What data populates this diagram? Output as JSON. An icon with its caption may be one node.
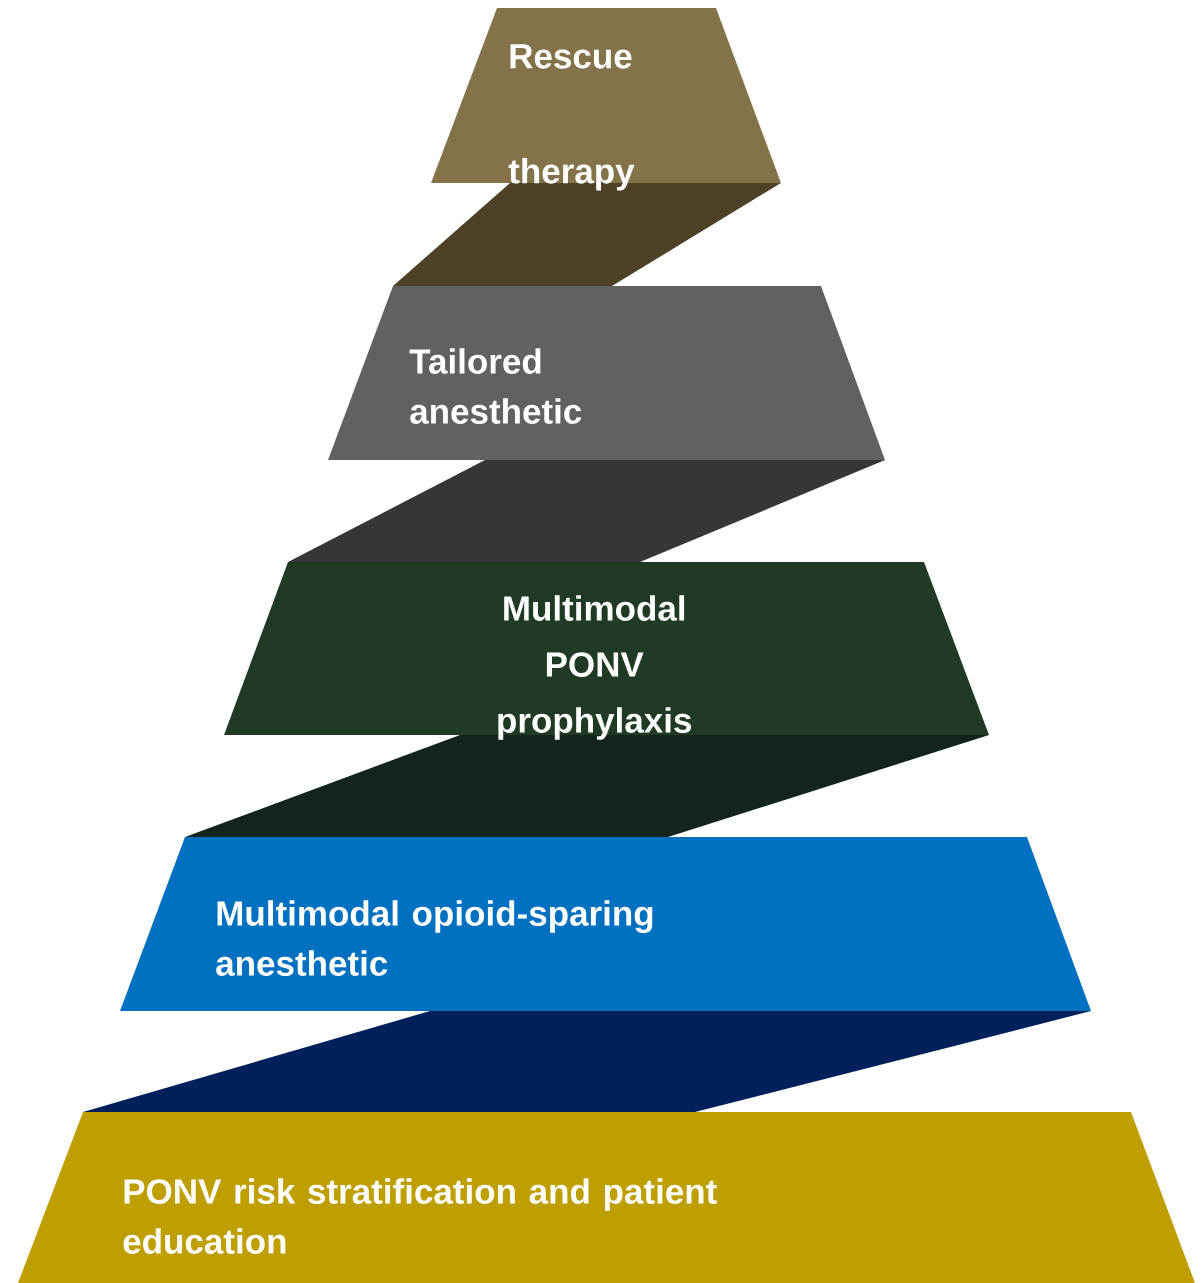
{
  "diagram": {
    "nodes": [
      {
        "text": [
          "Rescue therapy"
        ]
      },
      {
        "text": [
          "Tailored anesthetic"
        ]
      },
      {
        "text": [
          "Multimodal PONV prophylaxis"
        ]
      },
      {
        "text": [
          "Multimodal opioid-sparing anesthetic"
        ]
      },
      {
        "text": [
          "PONV risk stratification and patient education"
        ]
      }
    ]
  }
}
